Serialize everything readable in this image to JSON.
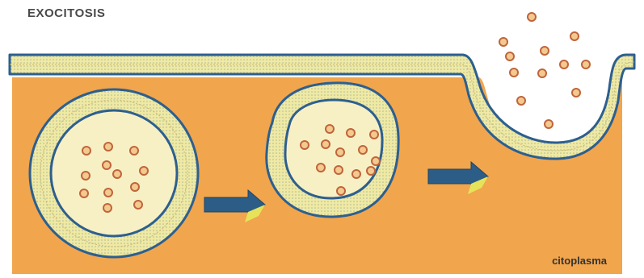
{
  "title": "EXOCITOSIS",
  "cytoplasm_label": "citoplasma",
  "colors": {
    "cytoplasm": "#f1a54c",
    "membrane_fill": "#efe9a3",
    "membrane_edge": "#2d5f8f",
    "vesicle_lumen": "#f8f0c5",
    "particle_fill": "#f3c98f",
    "particle_stroke": "#c0653a",
    "arrow": "#2c5d86",
    "arrow_highlight": "#e6e35a"
  },
  "icons": {
    "arrow": "right-arrow"
  }
}
